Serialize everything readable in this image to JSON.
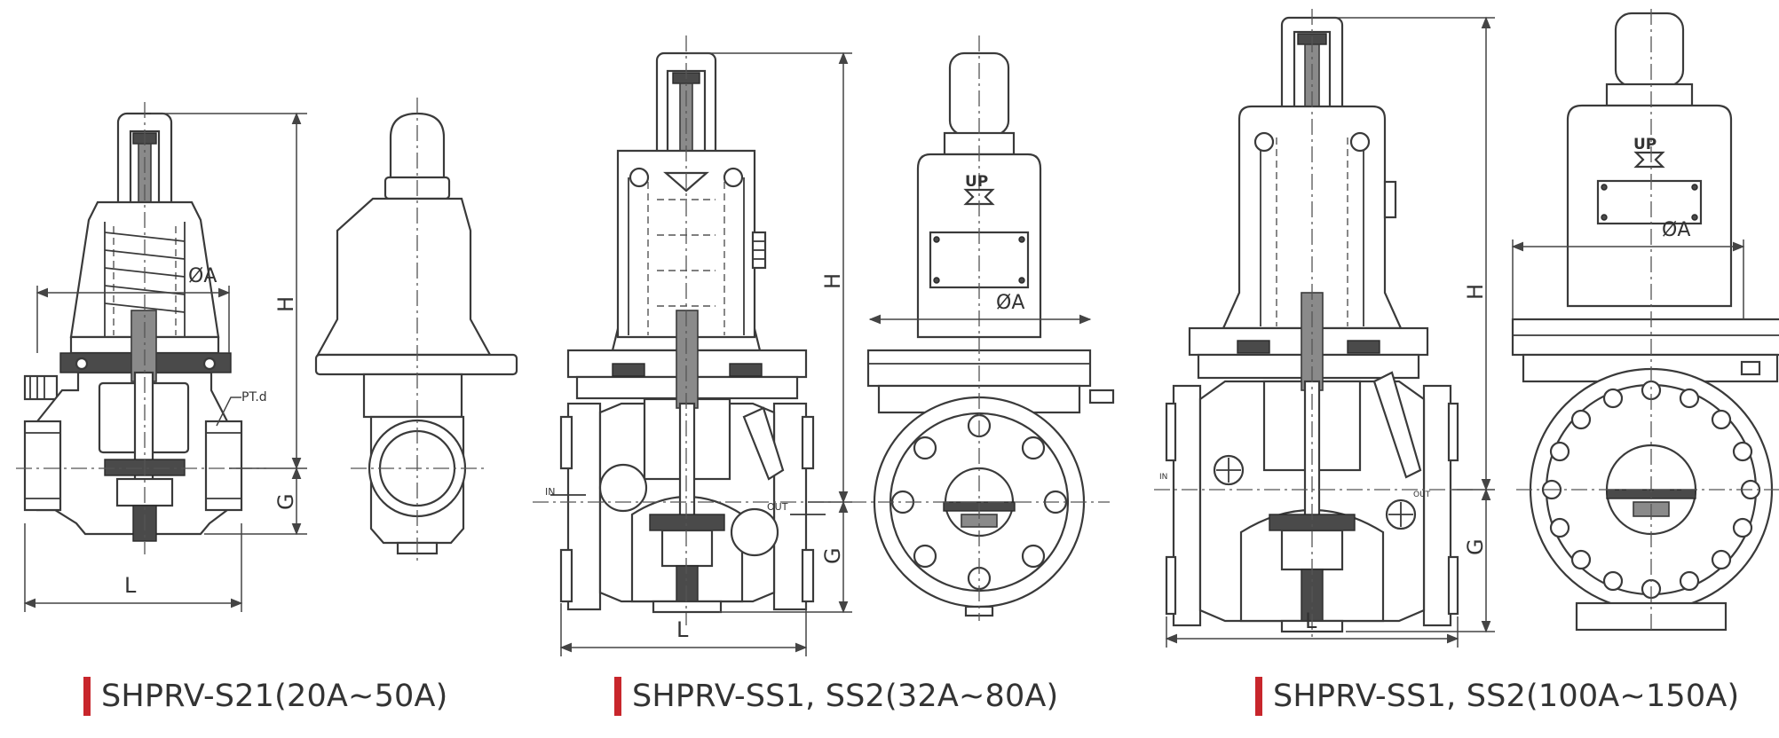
{
  "captions": [
    {
      "model": "SHPRV-S21(20A~50A)"
    },
    {
      "model": "SHPRV-SS1, SS2(32A~80A)"
    },
    {
      "model": "SHPRV-SS1, SS2(100A~150A)"
    }
  ],
  "dimension_labels": {
    "diameter": "ØA",
    "height": "H",
    "gap": "G",
    "length": "L",
    "port": "PT.d",
    "inlet": "IN",
    "outlet": "OUT",
    "up_mark": "UP"
  },
  "colors": {
    "accent_bar": "#c8262c",
    "line": "#3a3a3a",
    "shade": "#8a8a8a",
    "text": "#333333"
  }
}
